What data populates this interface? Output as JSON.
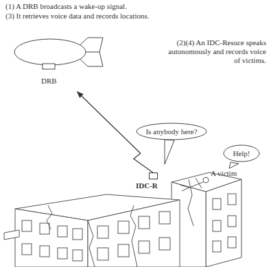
{
  "diagram": {
    "nodes": [
      {
        "text": [
          "DRB"
        ]
      },
      {
        "text": [
          "Is anybody here?"
        ]
      },
      {
        "text": [
          "Help!"
        ]
      },
      {
        "text": [
          "IDC-R"
        ]
      }
    ],
    "edges": [
      {
        "from": 3,
        "to": 0,
        "arrow": "to"
      }
    ],
    "labels": [
      "(1) A DRB broadcasts a wake-up signal.",
      "(3) It retrieves voice data and records locations.",
      "(2)(4) An IDC-Resuce speaks autonomously and records voice of victims.",
      "A victim"
    ]
  }
}
